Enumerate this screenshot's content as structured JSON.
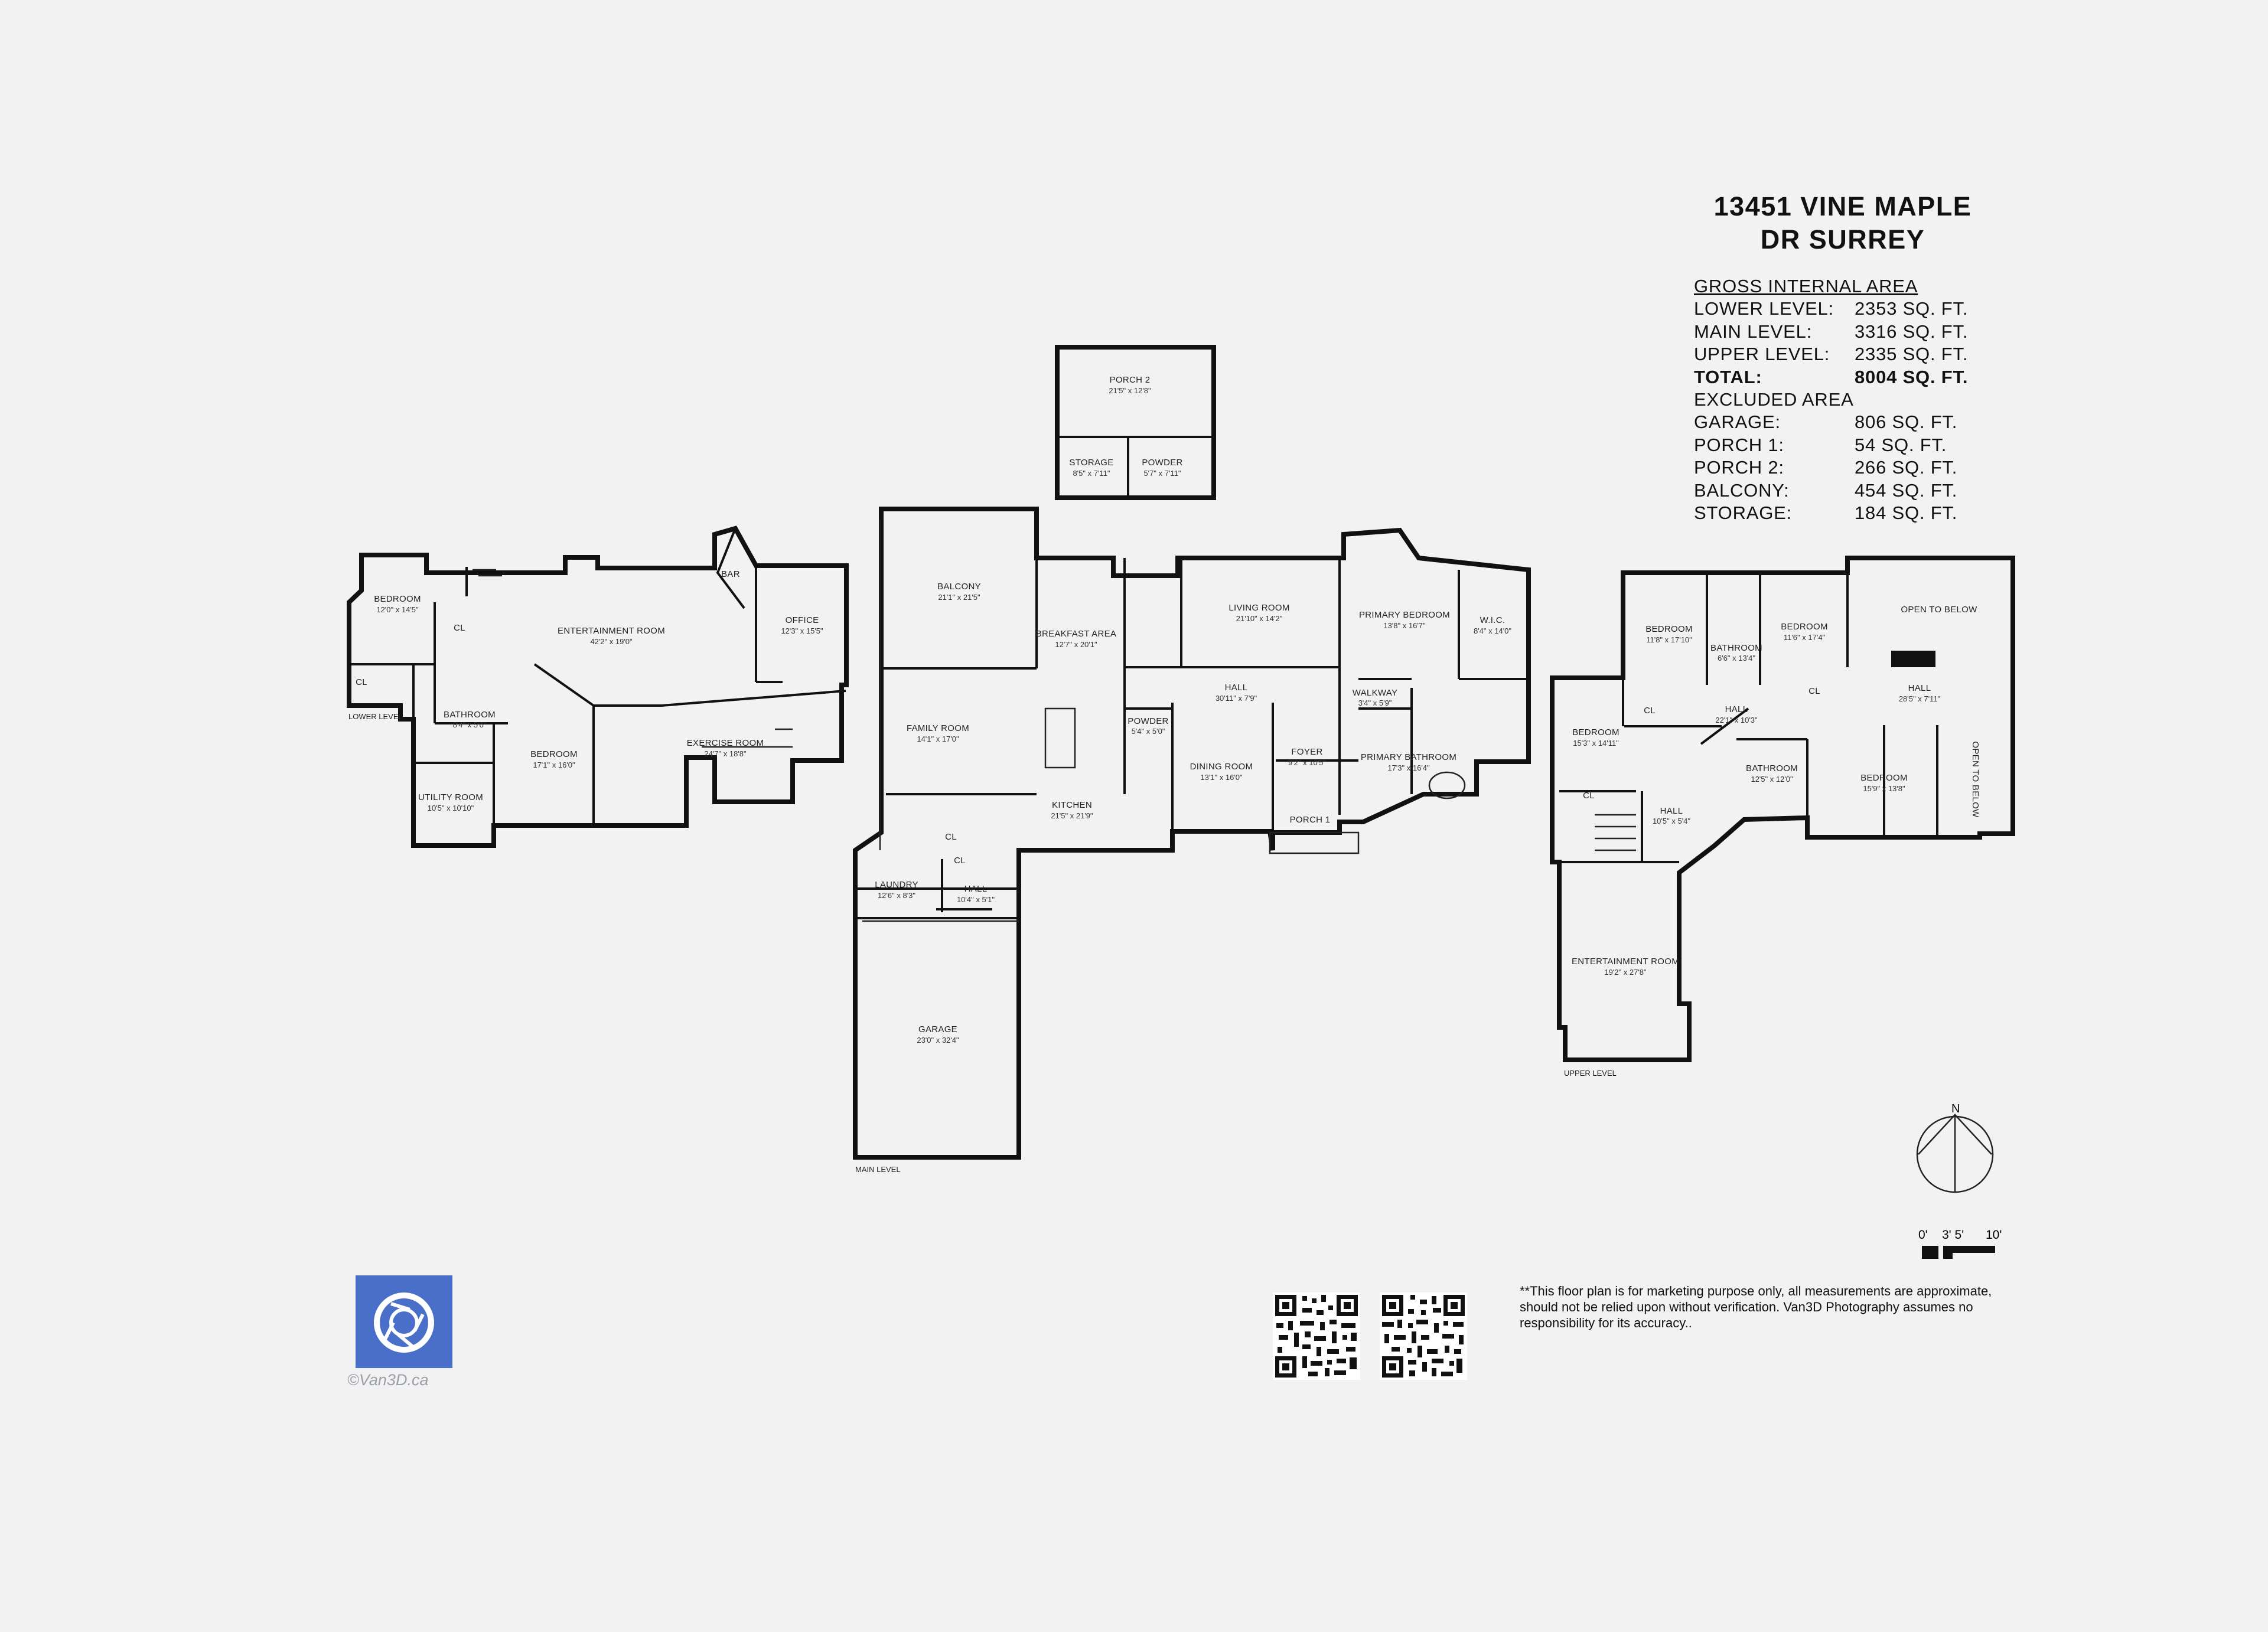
{
  "title": [
    "13451 VINE MAPLE",
    "DR SURREY"
  ],
  "areas": {
    "gross_header": "GROSS INTERNAL AREA",
    "gross": [
      {
        "label": "LOWER LEVEL:",
        "value": "2353 SQ. FT."
      },
      {
        "label": "MAIN LEVEL:",
        "value": "3316 SQ. FT."
      },
      {
        "label": "UPPER LEVEL:",
        "value": "2335 SQ. FT."
      }
    ],
    "total": {
      "label": "TOTAL:",
      "value": "8004 SQ. FT."
    },
    "excluded_header": "EXCLUDED AREA",
    "excluded": [
      {
        "label": "GARAGE:",
        "value": "806 SQ. FT."
      },
      {
        "label": "PORCH 1:",
        "value": "54 SQ. FT."
      },
      {
        "label": "PORCH 2:",
        "value": "266 SQ. FT."
      },
      {
        "label": "BALCONY:",
        "value": "454 SQ. FT."
      },
      {
        "label": "STORAGE:",
        "value": "184 SQ. FT."
      }
    ]
  },
  "levels": {
    "lower": "LOWER LEVEL",
    "main": "MAIN LEVEL",
    "upper": "UPPER LEVEL"
  },
  "rooms": {
    "lower": [
      {
        "name": "BEDROOM",
        "dim": "12'0\" x 14'5\""
      },
      {
        "name": "ENTERTAINMENT ROOM",
        "dim": "42'2\" x 19'0\""
      },
      {
        "name": "BAR",
        "dim": ""
      },
      {
        "name": "OFFICE",
        "dim": "12'3\" x 15'5\""
      },
      {
        "name": "BEDROOM",
        "dim": "17'1\" x 16'0\""
      },
      {
        "name": "EXERCISE ROOM",
        "dim": "24'7\" x 18'8\""
      },
      {
        "name": "UTILITY ROOM",
        "dim": "10'5\" x 10'10\""
      },
      {
        "name": "BATHROOM",
        "dim": "8'4\" x 5'0\""
      },
      {
        "name": "CL",
        "dim": ""
      },
      {
        "name": "CL",
        "dim": ""
      }
    ],
    "main": [
      {
        "name": "PORCH 2",
        "dim": "21'5\" x 12'8\""
      },
      {
        "name": "STORAGE",
        "dim": "8'5\" x 7'11\""
      },
      {
        "name": "POWDER",
        "dim": "5'7\" x 7'11\""
      },
      {
        "name": "BALCONY",
        "dim": "21'1\" x 21'5\""
      },
      {
        "name": "BREAKFAST AREA",
        "dim": "12'7\" x 20'1\""
      },
      {
        "name": "LIVING ROOM",
        "dim": "21'10\" x 14'2\""
      },
      {
        "name": "PRIMARY BEDROOM",
        "dim": "13'8\" x 16'7\""
      },
      {
        "name": "W.I.C.",
        "dim": "8'4\" x 14'0\""
      },
      {
        "name": "FAMILY ROOM",
        "dim": "14'1\" x 17'0\""
      },
      {
        "name": "HALL",
        "dim": "30'11\" x 7'9\""
      },
      {
        "name": "POWDER",
        "dim": "5'4\" x 5'0\""
      },
      {
        "name": "WALKWAY",
        "dim": "3'4\" x 5'9\""
      },
      {
        "name": "DINING ROOM",
        "dim": "13'1\" x 16'0\""
      },
      {
        "name": "FOYER",
        "dim": "9'2\" x 10'5\""
      },
      {
        "name": "PRIMARY BATHROOM",
        "dim": "17'3\" x 16'4\""
      },
      {
        "name": "KITCHEN",
        "dim": "21'5\" x 21'9\""
      },
      {
        "name": "PORCH 1",
        "dim": ""
      },
      {
        "name": "LAUNDRY",
        "dim": "12'6\" x 8'3\""
      },
      {
        "name": "HALL",
        "dim": "10'4\" x 5'1\""
      },
      {
        "name": "GARAGE",
        "dim": "23'0\" x 32'4\""
      },
      {
        "name": "CL",
        "dim": ""
      },
      {
        "name": "CL",
        "dim": ""
      }
    ],
    "upper": [
      {
        "name": "BEDROOM",
        "dim": "11'8\" x 17'10\""
      },
      {
        "name": "BATHROOM",
        "dim": "6'6\" x 13'4\""
      },
      {
        "name": "BEDROOM",
        "dim": "11'6\" x 17'4\""
      },
      {
        "name": "OPEN TO BELOW",
        "dim": ""
      },
      {
        "name": "HALL",
        "dim": "22'1\" x 10'3\""
      },
      {
        "name": "HALL",
        "dim": "28'5\" x 7'11\""
      },
      {
        "name": "BEDROOM",
        "dim": "15'3\" x 14'11\""
      },
      {
        "name": "BATHROOM",
        "dim": "12'5\" x 12'0\""
      },
      {
        "name": "BEDROOM",
        "dim": "15'9\" x 13'8\""
      },
      {
        "name": "OPEN TO BELOW",
        "dim": ""
      },
      {
        "name": "HALL",
        "dim": "10'5\" x 5'4\""
      },
      {
        "name": "ENTERTAINMENT ROOM",
        "dim": "19'2\" x 27'8\""
      },
      {
        "name": "CL",
        "dim": ""
      },
      {
        "name": "CL",
        "dim": ""
      },
      {
        "name": "CL",
        "dim": ""
      }
    ]
  },
  "north_label": "N",
  "scale_labels": [
    "0'",
    "3' 5'",
    "10'"
  ],
  "disclaimer": "**This floor plan is for marketing purpose only, all measurements are approximate, should not be relied upon without verification. Van3D Photography assumes no responsibility for its accuracy..",
  "logo_text": "©Van3D.ca"
}
